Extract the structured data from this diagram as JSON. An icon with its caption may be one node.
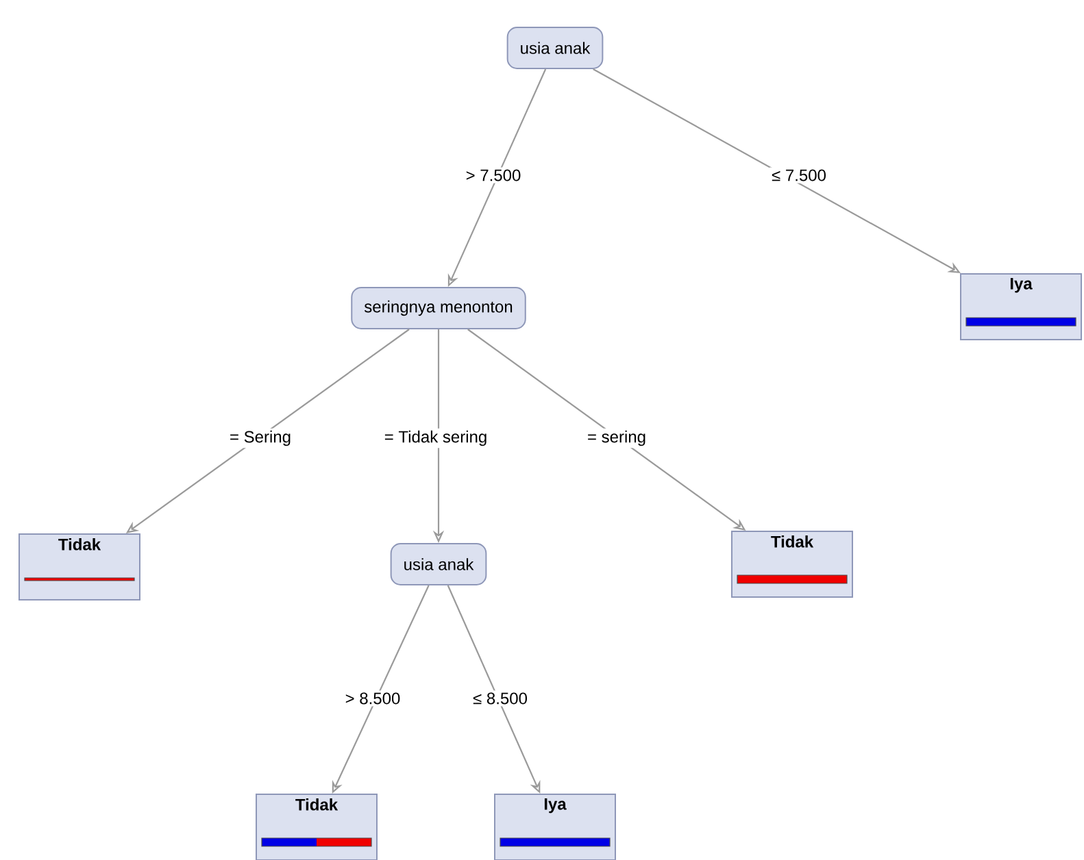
{
  "diagram": {
    "nodes": [
      {
        "text": [
          "usia anak"
        ]
      },
      {
        "text": [
          "Iya"
        ]
      },
      {
        "text": [
          "seringnya menonton"
        ]
      },
      {
        "text": [
          "Tidak"
        ]
      },
      {
        "text": [
          "usia anak"
        ]
      },
      {
        "text": [
          "Tidak"
        ]
      },
      {
        "text": [
          "Tidak"
        ]
      },
      {
        "text": [
          "Iya"
        ]
      }
    ],
    "edges": [
      {
        "from": 0,
        "to": 2,
        "arrow": "to",
        "label": "> 7.500"
      },
      {
        "from": 0,
        "to": 1,
        "arrow": "to",
        "label": "≤ 7.500"
      },
      {
        "from": 2,
        "to": 3,
        "arrow": "to",
        "label": "= Sering"
      },
      {
        "from": 2,
        "to": 4,
        "arrow": "to",
        "label": "= Tidak sering"
      },
      {
        "from": 2,
        "to": 5,
        "arrow": "to",
        "label": "= sering"
      },
      {
        "from": 4,
        "to": 6,
        "arrow": "to",
        "label": "> 8.500"
      },
      {
        "from": 4,
        "to": 7,
        "arrow": "to",
        "label": "≤ 8.500"
      }
    ]
  }
}
